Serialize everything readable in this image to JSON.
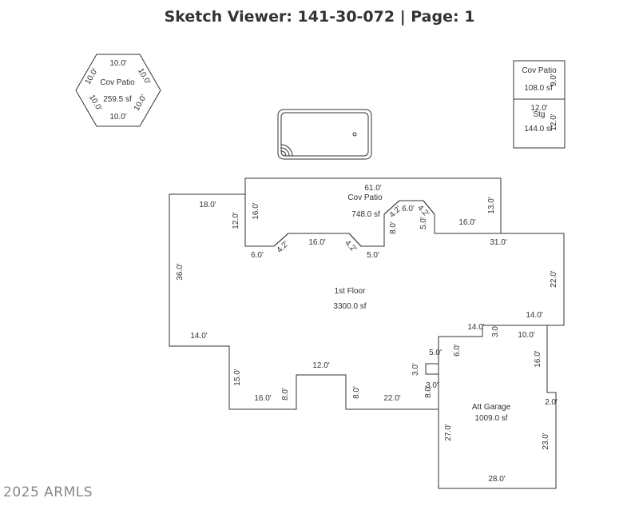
{
  "header": {
    "title": "Sketch Viewer: 141-30-072 | Page: 1"
  },
  "footer": {
    "copyright": "2025 ARMLS"
  },
  "areas": {
    "hex_patio": {
      "name": "Cov Patio",
      "area": "259.5 sf",
      "sides": [
        "10.0'",
        "10.0'",
        "10.0'",
        "10.0'",
        "10.0'",
        "10.0'"
      ]
    },
    "cov_patio_right": {
      "name": "Cov Patio",
      "area": "108.0 sf",
      "side": "9.0'"
    },
    "storage": {
      "name": "Stg",
      "area": "144.0 sf",
      "top": "12.0'",
      "side": "12.0'"
    },
    "main_patio": {
      "name": "Cov Patio",
      "area": "748.0 sf"
    },
    "first_floor": {
      "name": "1st Floor",
      "area": "3300.0 sf"
    },
    "garage": {
      "name": "Att Garage",
      "area": "1009.0 sf"
    }
  },
  "dimensions": {
    "patio_top": "61.0'",
    "patio_left": "16.0'",
    "patio_right": "13.0'",
    "patio_6_left": "6.0'",
    "patio_diag_a": "4.2'",
    "patio_16_mid": "16.0'",
    "patio_diag_b": "4.2'",
    "patio_5_mid": "5.0'",
    "patio_8": "8.0'",
    "patio_diag_c": "4.2'",
    "patio_6_top": "6.0'",
    "patio_diag_d": "4.2'",
    "patio_5_right": "5.0'",
    "patio_16_right": "16.0'",
    "floor_18": "18.0'",
    "floor_12_left": "12.0'",
    "floor_36": "36.0'",
    "floor_14_left": "14.0'",
    "floor_15": "15.0'",
    "floor_16_bottom": "16.0'",
    "floor_8_a": "8.0'",
    "floor_12_notch": "12.0'",
    "floor_8_b": "8.0'",
    "floor_22_bottom": "22.0'",
    "floor_3_a": "3.0'",
    "floor_3_b": "3.0'",
    "floor_8_c": "8.0'",
    "floor_5": "5.0'",
    "floor_6": "6.0'",
    "floor_14_mid": "14.0'",
    "floor_3_c": "3.0'",
    "floor_14_right": "14.0'",
    "floor_22_right": "22.0'",
    "floor_31": "31.0'",
    "garage_10": "10.0'",
    "garage_16": "16.0'",
    "garage_2": "2.0'",
    "garage_23": "23.0'",
    "garage_28": "28.0'",
    "garage_27": "27.0'"
  }
}
